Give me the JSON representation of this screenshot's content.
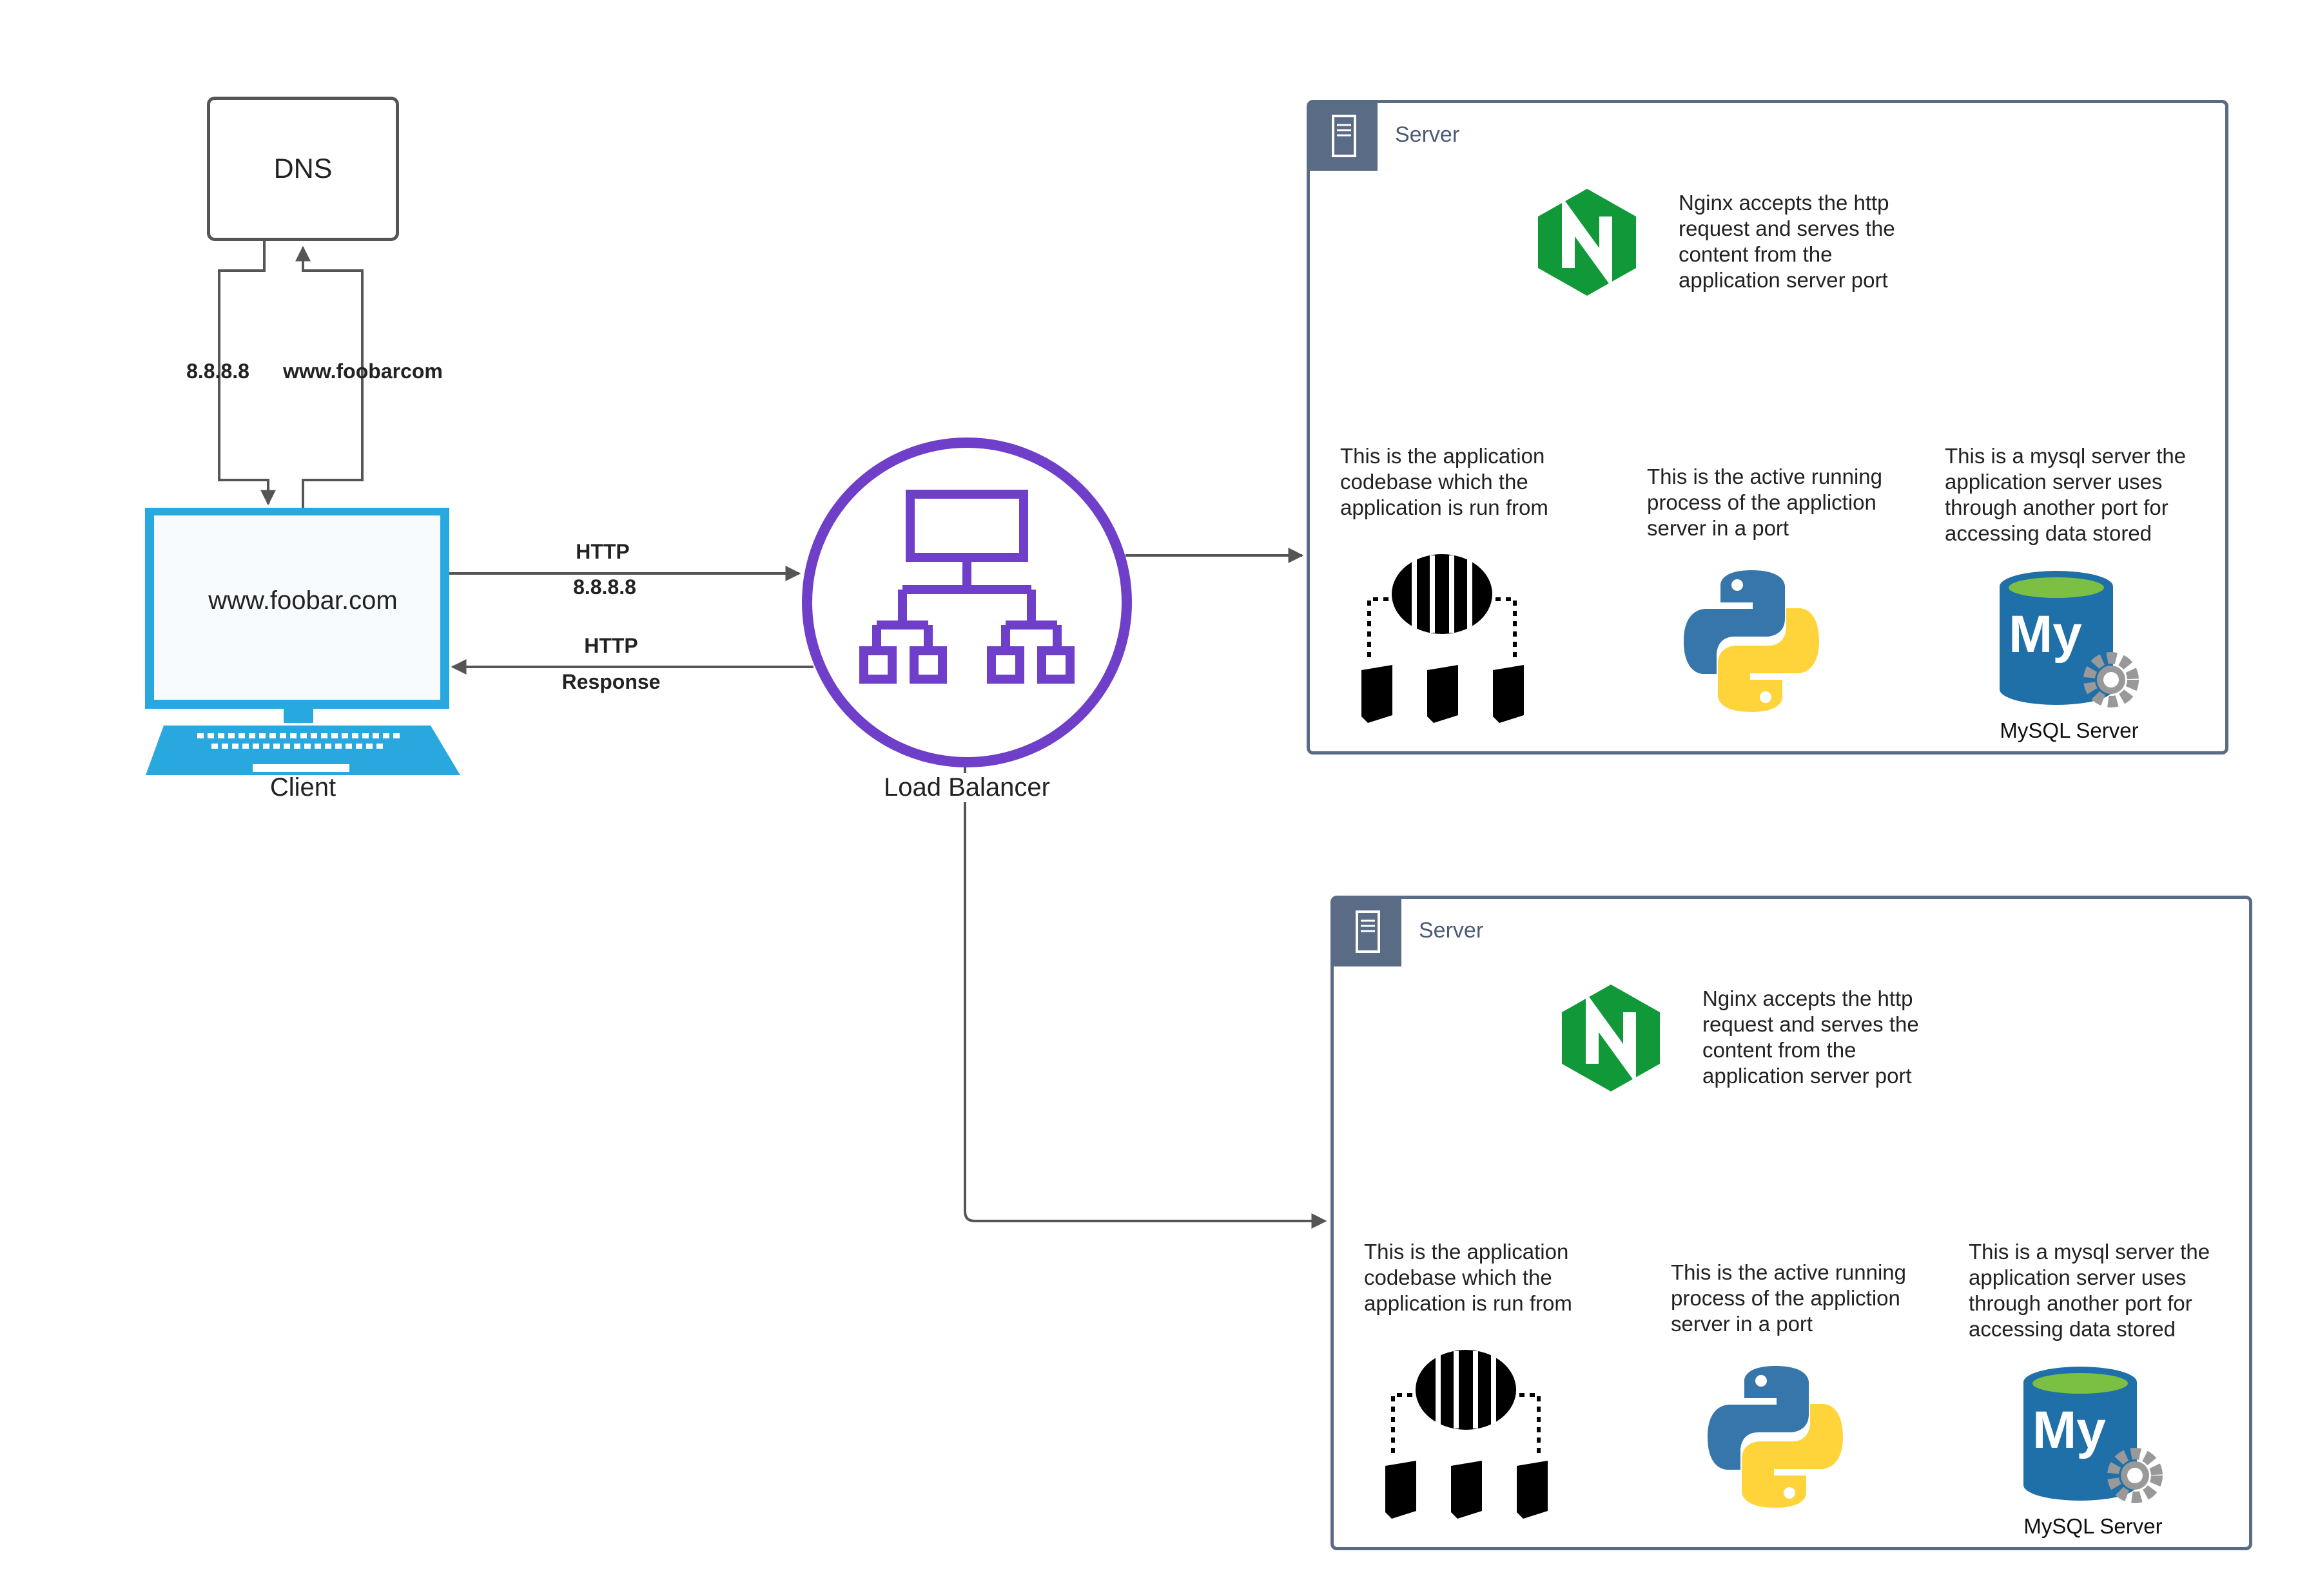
{
  "dns": {
    "label": "DNS"
  },
  "dns_links": {
    "ip_label": "8.8.8.8",
    "domain_label": "www.foobarcom"
  },
  "client": {
    "screen_text": "www.foobar.com",
    "caption": "Client"
  },
  "request": {
    "line1": "HTTP",
    "line2": "8.8.8.8"
  },
  "response": {
    "line1": "HTTP",
    "line2": "Response"
  },
  "load_balancer": {
    "caption": "Load Balancer"
  },
  "servers": [
    {
      "title": "Server",
      "nginx_text": "Nginx accepts the http\nrequest and serves the\ncontent from the\napplication server port",
      "codebase_text": "This is the application\ncodebase which the\napplication is run from",
      "process_text": "This is the active running\nprocess of the appliction\nserver in a port",
      "mysql_text": "This is a mysql server the\napplication server uses\nthrough another port for\naccessing data stored",
      "mysql_caption": "MySQL Server"
    },
    {
      "title": "Server",
      "nginx_text": "Nginx accepts the http\nrequest and serves the\ncontent from the\napplication server port",
      "codebase_text": "This is the application\ncodebase which the\napplication is run from",
      "process_text": "This is the active running\nprocess of the appliction\nserver in a port",
      "mysql_text": "This is a mysql server the\napplication server uses\nthrough another port for\naccessing data stored",
      "mysql_caption": "MySQL Server"
    }
  ],
  "colors": {
    "connector": "#555555",
    "client_blue": "#29a8e0",
    "load_balancer_purple": "#6f3fc9",
    "server_border": "#5a6b85",
    "nginx_green": "#119939",
    "python_blue": "#3776ab",
    "python_yellow": "#ffd43b",
    "mysql_blue": "#1f6fa8",
    "mysql_green": "#7cc043"
  }
}
